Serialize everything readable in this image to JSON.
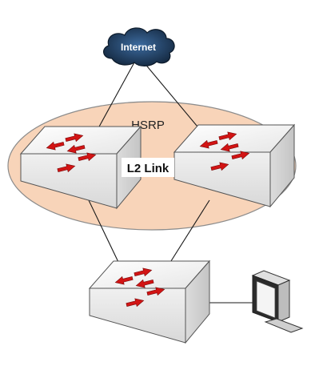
{
  "cloud": {
    "label": "Internet"
  },
  "group": {
    "label": "HSRP"
  },
  "link": {
    "label": "L2 Link"
  },
  "colors": {
    "cloud_fill": "#1f3a5c",
    "cloud_text": "#ffffff",
    "ellipse_fill": "#f8d4b9",
    "ellipse_stroke": "#8a8a8a",
    "switch_top": "#f3f3f3",
    "switch_front": "#e8e8e8",
    "switch_side": "#d4d4d4",
    "arrow": "#d21414",
    "line": "#1a1a1a"
  },
  "devices": [
    {
      "name": "switch-left",
      "type": "switch"
    },
    {
      "name": "switch-right",
      "type": "switch"
    },
    {
      "name": "switch-bottom",
      "type": "switch"
    },
    {
      "name": "monitor",
      "type": "workstation"
    }
  ]
}
